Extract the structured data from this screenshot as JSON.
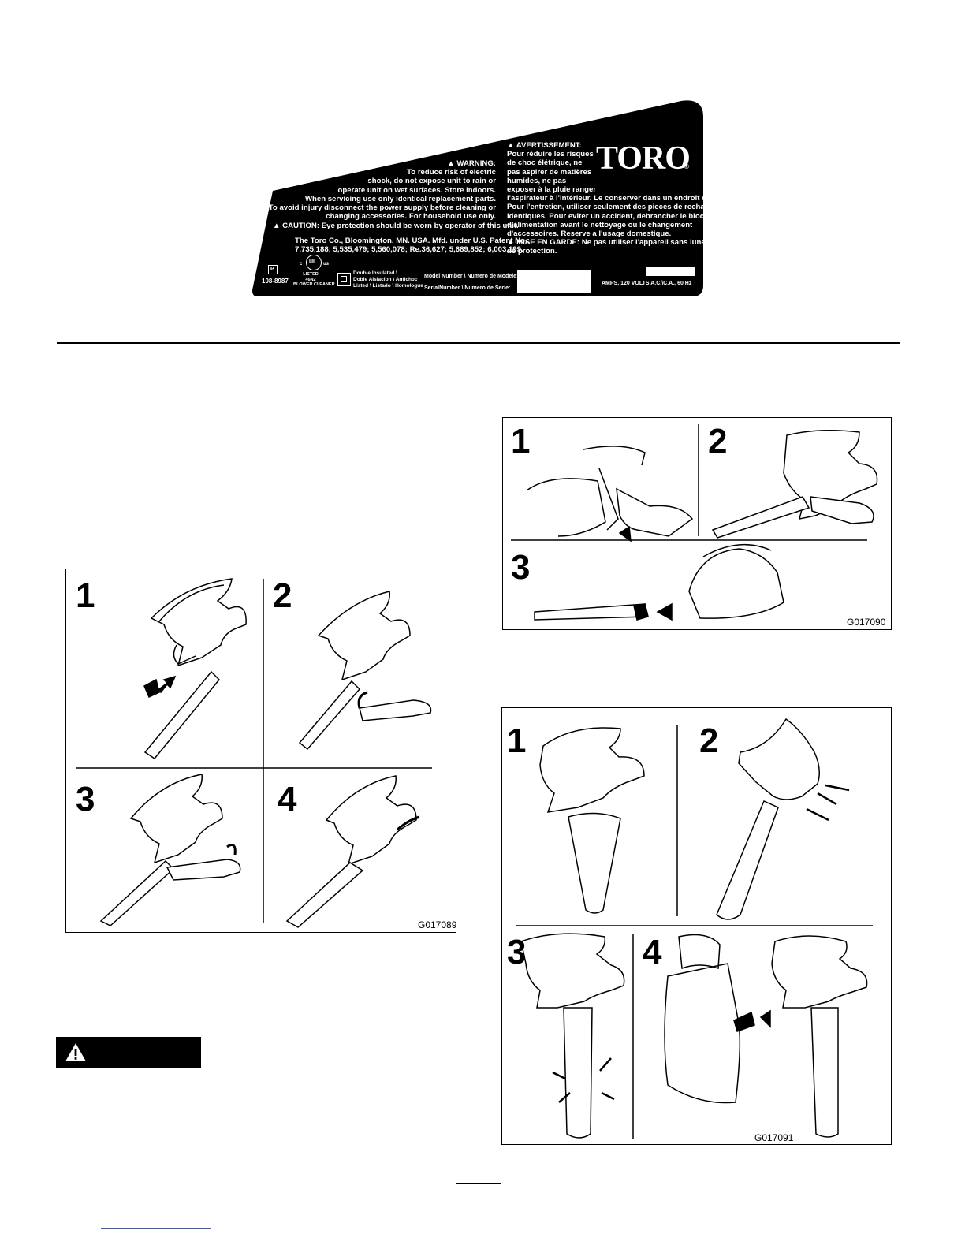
{
  "decal": {
    "warning_lines": [
      "▲ WARNING:",
      "To reduce risk of  electric",
      "shock, do not expose unit to rain or",
      "operate unit on wet surfaces. Store indoors.",
      "When servicing use only identical replacement parts.",
      "To avoid injury disconnect the power supply before cleaning or",
      "changing accessories. For household use only."
    ],
    "caution_line": "▲ CAUTION: Eye protection should be worn by operator of this unit.",
    "patent_lines": [
      "The Toro Co., Bloomington, MN. USA. Mfd. under U.S. Patent No.:",
      "7,735,188; 5,535,479; 5,560,078; Re.36,627; 5,689,852; 6,003,199."
    ],
    "french_lines": [
      "▲ AVERTISSEMENT:",
      "Pour réduire les risques",
      "de choc élétrique, ne",
      "pas aspirer de matières",
      "humides, ne pas",
      "exposer à la pluie ranger",
      "l'aspirateur à l'intérieur. Le conserver dans un endroit couvert.",
      "Pour l'entretien, utiliser seulement des pieces de rechange",
      "identiques. Pour eviter un accident, debrancher le bloc",
      "d'alimentation avant le nettoyage ou le changement",
      "d'accessoires. Reserve a l'usage domestique.",
      "▲ MISE EN GARDE:  Ne pas utiliser l'appareil sans lunettes",
      "de protection."
    ],
    "brand": "TORO",
    "registered": "®",
    "part_number": "108-8987",
    "p_mark": "P",
    "ul_mark": "UL",
    "ul_c": "c",
    "ul_us": "us",
    "ul_lines": [
      "LISTED",
      "46N2",
      "BLOWER CLEANER"
    ],
    "insulation_lines": [
      "Double Insulated \\",
      "Doble Aislacion \\ Antichoc",
      "Listed \\ Listado \\ Homologue"
    ],
    "model_label": "Model Number \\ Numero de Modele:",
    "serial_label": "SerialNumber \\ Numero de Serie:",
    "amps_label": "AMPS, 120 VOLTS A.C.\\C.A., 60 Hz"
  },
  "figures": [
    {
      "id": "G017089",
      "steps": [
        "1",
        "2",
        "3",
        "4"
      ]
    },
    {
      "id": "G017090",
      "steps": [
        "1",
        "2",
        "3"
      ]
    },
    {
      "id": "G017091",
      "steps": [
        "1",
        "2",
        "3",
        "4"
      ]
    }
  ],
  "warning_bar": {
    "icon": "warning-triangle-icon",
    "color": "#000000"
  },
  "colors": {
    "ink": "#000000",
    "link": "#3a5bd0"
  }
}
